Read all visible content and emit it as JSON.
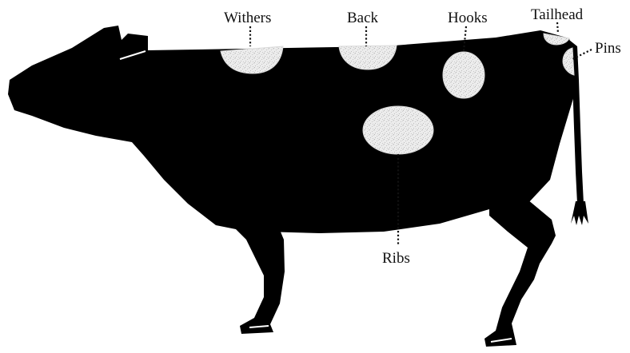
{
  "diagram": {
    "labels": {
      "withers": "Withers",
      "back": "Back",
      "hooks": "Hooks",
      "tailhead": "Tailhead",
      "pins": "Pins",
      "ribs": "Ribs"
    },
    "colors": {
      "body": "#000000",
      "spot": "#e6e6e6",
      "background": "#ffffff"
    }
  }
}
